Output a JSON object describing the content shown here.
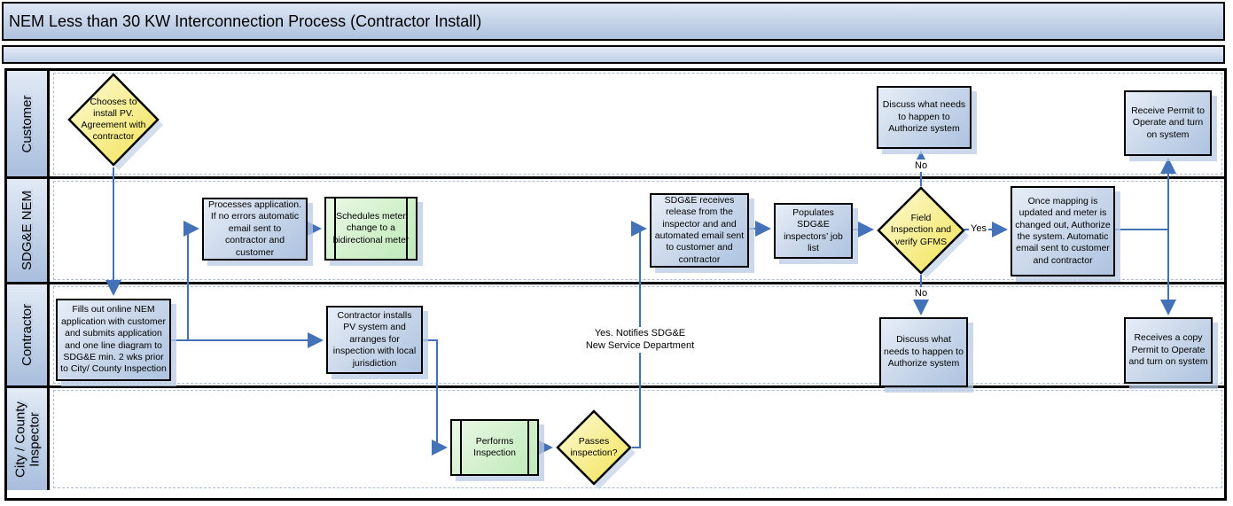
{
  "title": "NEM Less than 30 KW Interconnection Process (Contractor Install)",
  "lanes": [
    {
      "label": "Customer"
    },
    {
      "label": "SDG&E NEM"
    },
    {
      "label": "Contractor"
    },
    {
      "label": "City / County\nInspector"
    }
  ],
  "nodes": {
    "choose_pv": {
      "type": "decision",
      "text": "Chooses to install PV. Agreement with contractor"
    },
    "discuss_customer": {
      "type": "process",
      "text": "Discuss what needs to happen to Authorize system"
    },
    "receive_permit": {
      "type": "process",
      "text": "Receive Permit to Operate and turn on system"
    },
    "processes_app": {
      "type": "process",
      "text": "Processes application. If no errors automatic email sent to contractor and customer"
    },
    "schedules_meter": {
      "type": "subprocess",
      "text": "Schedules meter change to a bidirectional meter"
    },
    "sdge_receives": {
      "type": "process",
      "text": "SDG&E receives release from the inspector and and automated email sent to customer and contractor"
    },
    "populates_list": {
      "type": "process",
      "text": "Populates SDG&E inspectors’ job list"
    },
    "field_inspection": {
      "type": "decision",
      "text": "Field Inspection and verify GFMS"
    },
    "once_mapping": {
      "type": "process",
      "text": "Once mapping is updated and meter is changed out, Authorize the system. Automatic email sent to customer and contractor"
    },
    "fills_out": {
      "type": "process",
      "text": "Fills out online NEM application with customer and submits application and one line diagram to SDG&E min. 2 wks prior to City/ County Inspection"
    },
    "contractor_installs": {
      "type": "process",
      "text": "Contractor installs PV system and arranges for inspection with local jurisdiction"
    },
    "discuss_contractor": {
      "type": "process",
      "text": "Discuss what needs to happen to Authorize system"
    },
    "receives_copy": {
      "type": "process",
      "text": "Receives a copy Permit to Operate and turn on system"
    },
    "performs_inspection": {
      "type": "subprocess",
      "text": "Performs Inspection"
    },
    "passes_inspection": {
      "type": "decision",
      "text": "Passes inspection?"
    }
  },
  "edge_labels": {
    "yes": "Yes",
    "no_up": "No",
    "no_down": "No",
    "yes_notifies": "Yes.  Notifies SDG&E\nNew Service Department"
  },
  "colors": {
    "arrow": "#4472b8",
    "process_fill": "#c3d3e8",
    "subprocess_fill": "#d2f0cc",
    "decision_fill": "#f7ec7a",
    "header_fill": "#bfcfe6",
    "border": "#000000"
  }
}
